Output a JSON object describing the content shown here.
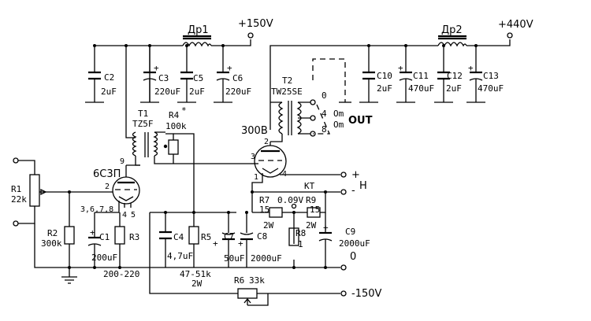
{
  "rails": {
    "b150": "+150V",
    "b440": "+440V",
    "neg150": "-150V",
    "ground_out": "0"
  },
  "chokes": {
    "dr1": "Др1",
    "dr2": "Др2"
  },
  "tubes": {
    "driver": {
      "name": "6С3П",
      "pin_anode": "9",
      "pin_grid": "2",
      "pins_cathode": "3,6,7,8",
      "pin_h1": "4",
      "pin_h2": "5"
    },
    "output": {
      "name": "300B",
      "pin_anode": "2",
      "pin_grid": "3",
      "pin_f1": "1",
      "pin_f2": "4"
    }
  },
  "transformers": {
    "t1": {
      "name": "T1",
      "model": "TZ5F"
    },
    "t2": {
      "name": "T2",
      "model": "TW25SE"
    }
  },
  "output_taps": {
    "tap0": "0",
    "tap4": "4",
    "tap8": "8",
    "ohm4": "Om",
    "ohm8": "Om",
    "out": "OUT"
  },
  "heater": {
    "plus": "+",
    "minus": "-",
    "label": "H",
    "kt": "KT",
    "test_voltage": "0.09V"
  },
  "components": {
    "R1": {
      "ref": "R1",
      "value": "22k"
    },
    "R2": {
      "ref": "R2",
      "value": "300k"
    },
    "R3": {
      "ref": "R3",
      "value": "200-220"
    },
    "R4": {
      "ref": "R4",
      "mark": "*",
      "value": "100k"
    },
    "R5": {
      "ref": "R5",
      "value": "47-51k",
      "power": "2W"
    },
    "R6": {
      "ref": "R6",
      "value": "33k"
    },
    "R7": {
      "ref": "R7",
      "value": "15",
      "power": "2W"
    },
    "R8": {
      "ref": "R8",
      "value": "1"
    },
    "R9": {
      "ref": "R9",
      "value": "15",
      "power": "2W"
    },
    "C1": {
      "ref": "C1",
      "value": "200uF"
    },
    "C2": {
      "ref": "C2",
      "value": "2uF"
    },
    "C3": {
      "ref": "C3",
      "value": "220uF"
    },
    "C4": {
      "ref": "C4",
      "value": "4,7uF"
    },
    "C5": {
      "ref": "C5",
      "value": "2uF"
    },
    "C6": {
      "ref": "C6",
      "value": "220uF"
    },
    "C7": {
      "ref": "C7",
      "value": "50uF"
    },
    "C8": {
      "ref": "C8",
      "value": "2000uF"
    },
    "C9": {
      "ref": "C9",
      "value": "2000uF"
    },
    "C10": {
      "ref": "C10",
      "value": "2uF"
    },
    "C11": {
      "ref": "C11",
      "value": "470uF"
    },
    "C12": {
      "ref": "C12",
      "value": "2uF"
    },
    "C13": {
      "ref": "C13",
      "value": "470uF"
    }
  },
  "polarity": {
    "plus": "+"
  }
}
